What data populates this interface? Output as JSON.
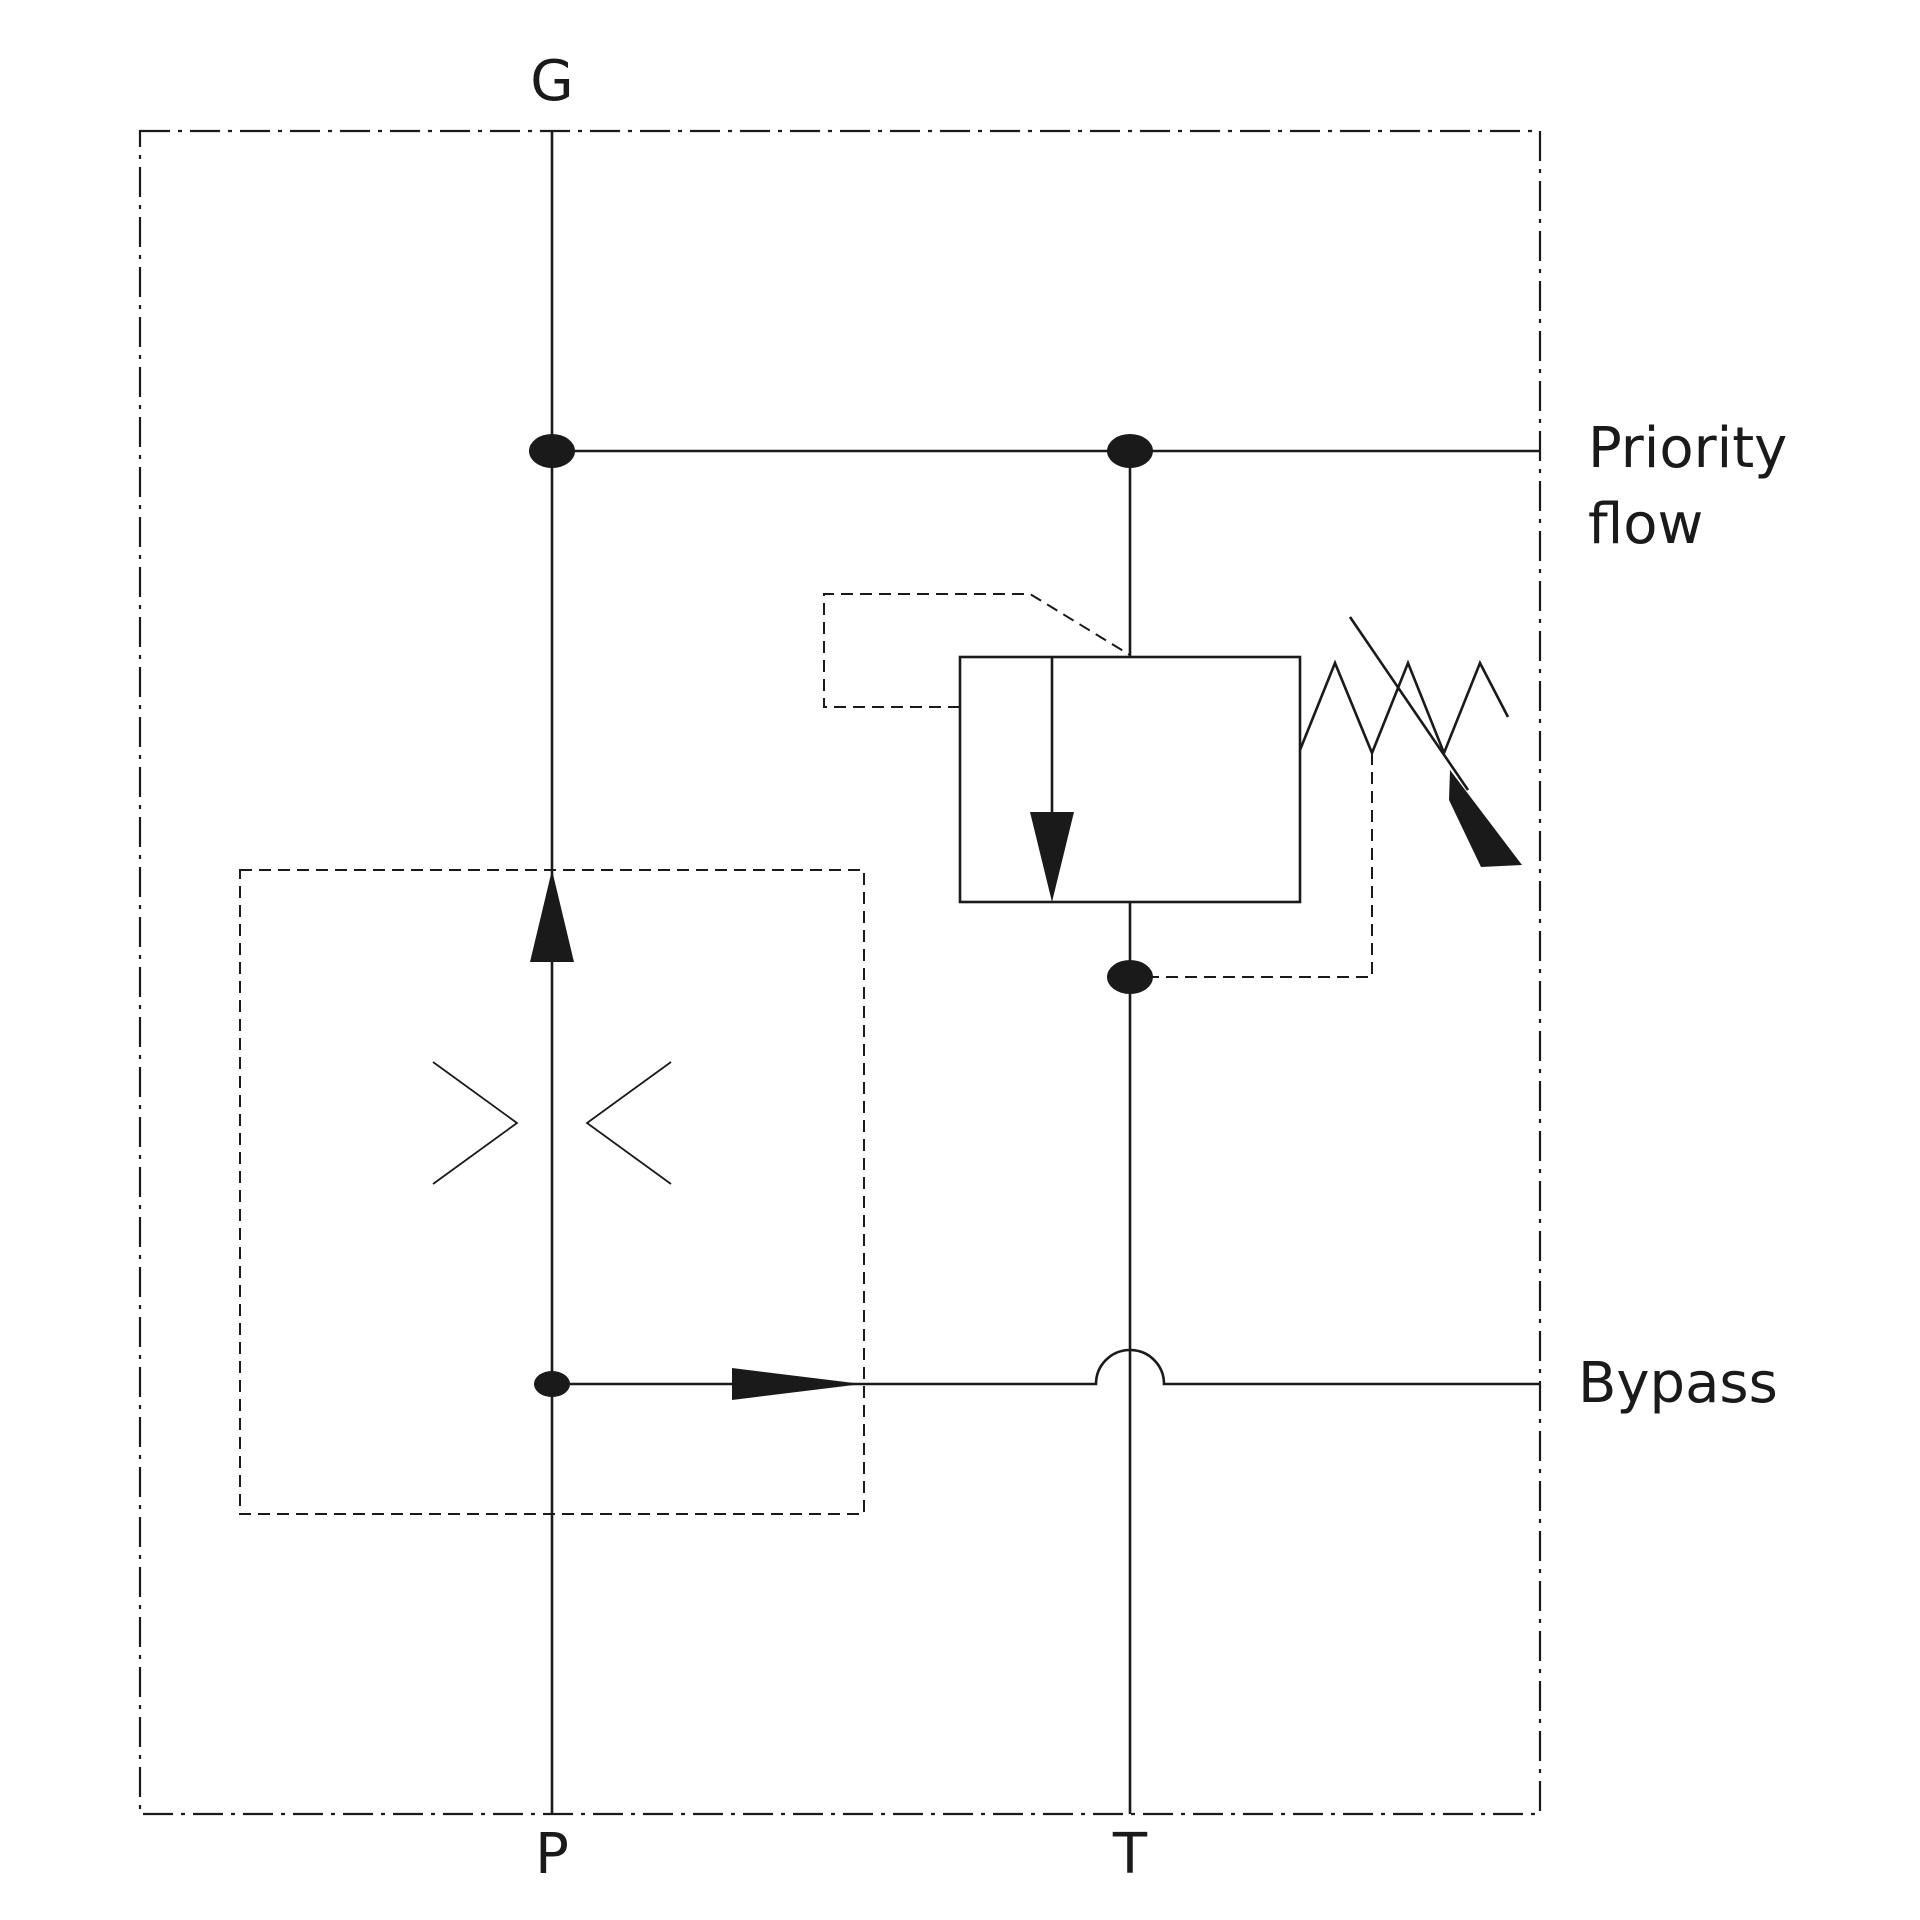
{
  "ports": {
    "g": "G",
    "p": "P",
    "t": "T"
  },
  "outlets": {
    "priority_line1": "Priority",
    "priority_line2": "flow",
    "bypass": "Bypass"
  },
  "colors": {
    "ink": "#1a1a1a",
    "background": "#ffffff"
  }
}
